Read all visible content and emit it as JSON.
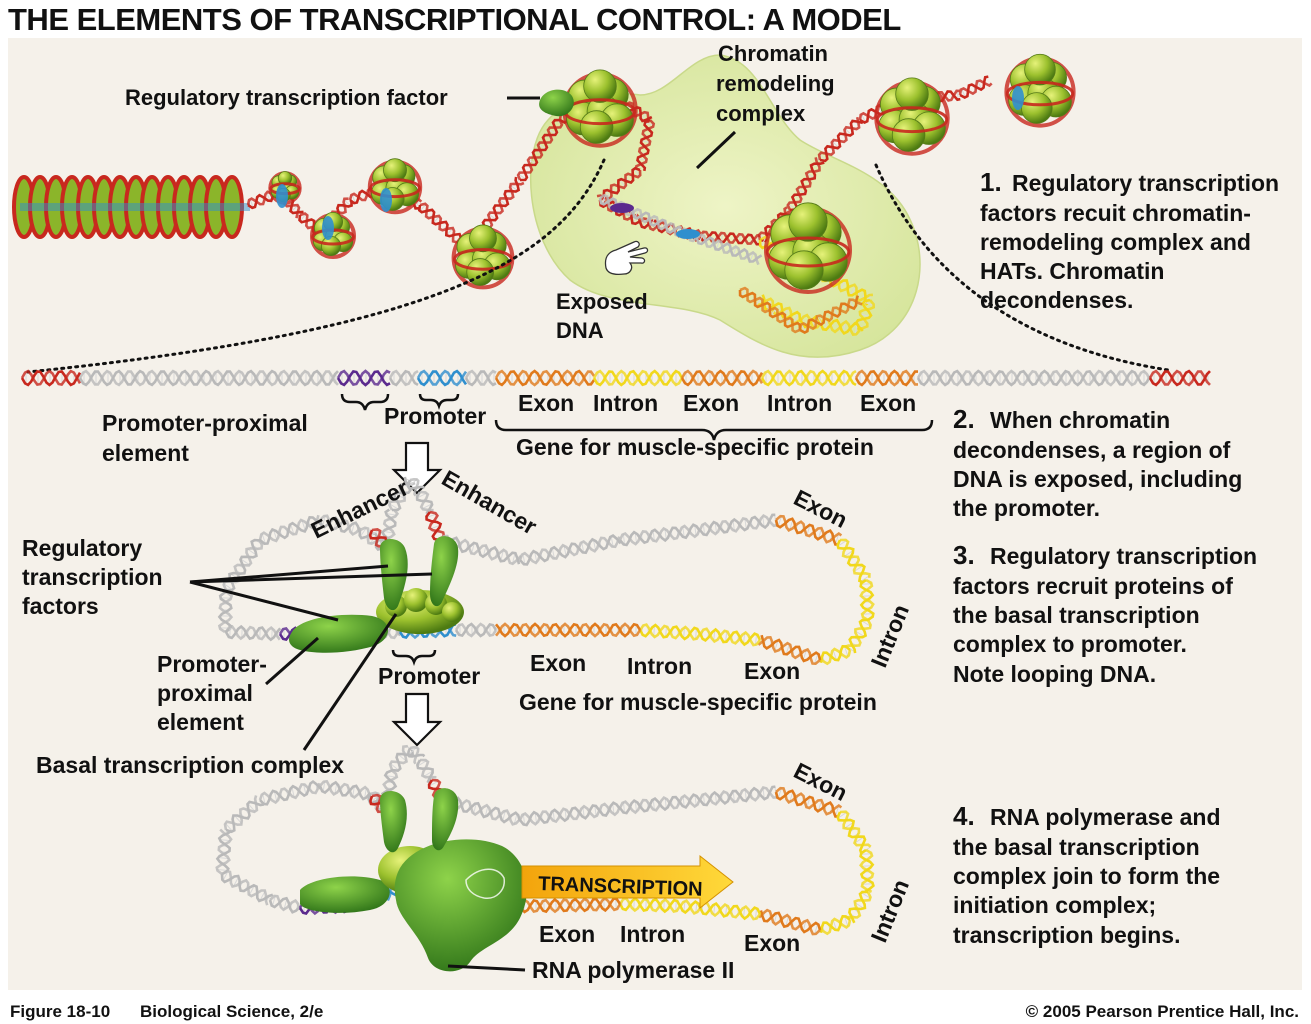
{
  "title": "THE ELEMENTS OF TRANSCRIPTIONAL CONTROL: A MODEL",
  "panel1": {
    "regulatory_tf": "Regulatory transcription factor",
    "chromatin_remodeling": [
      "Chromatin",
      "remodeling",
      "complex"
    ],
    "exposed_dna": [
      "Exposed",
      "DNA"
    ]
  },
  "panel2": {
    "promoter_proximal": [
      "Promoter-proximal",
      "element"
    ],
    "promoter": "Promoter",
    "segments": [
      "Exon",
      "Intron",
      "Exon",
      "Intron",
      "Exon"
    ],
    "gene": "Gene for muscle-specific protein"
  },
  "panel3": {
    "enhancer": "Enhancer",
    "regulatory_tfs": [
      "Regulatory",
      "transcription",
      "factors"
    ],
    "promoter_proximal": [
      "Promoter-",
      "proximal",
      "element"
    ],
    "promoter": "Promoter",
    "segments": [
      "Exon",
      "Intron",
      "Exon"
    ],
    "exon_top": "Exon",
    "intron_right": "Intron",
    "gene": "Gene for muscle-specific protein",
    "basal_complex": "Basal transcription complex"
  },
  "panel4": {
    "transcription": "TRANSCRIPTION",
    "segments": [
      "Exon",
      "Intron",
      "Exon"
    ],
    "exon_top": "Exon",
    "intron_right": "Intron",
    "rna_pol": "RNA polymerase II"
  },
  "steps": [
    {
      "num": "1.",
      "lines": [
        "Regulatory transcription",
        "factors recuit chromatin-",
        "remodeling complex and",
        "HATs. Chromatin",
        "decondenses."
      ]
    },
    {
      "num": "2.",
      "lines": [
        "When chromatin",
        "decondenses, a region of",
        "DNA is exposed, including",
        "the promoter."
      ]
    },
    {
      "num": "3.",
      "lines": [
        "Regulatory transcription",
        "factors recruit proteins of",
        "the basal transcription",
        "complex to promoter.",
        "Note looping DNA."
      ]
    },
    {
      "num": "4.",
      "lines": [
        "RNA polymerase and",
        "the basal transcription",
        "complex join to form the",
        "initiation complex;",
        "transcription begins."
      ]
    }
  ],
  "footer": {
    "figure": "Figure 18-10",
    "book": "Biological Science, 2/e",
    "copyright": "© 2005 Pearson Prentice Hall, Inc."
  },
  "colors": {
    "background": "#f5f1ea",
    "dna_red": "#c8281e",
    "dna_gray": "#b9b9b9",
    "exon_orange": "#e07a1c",
    "intron_yellow": "#f1d81c",
    "promoter_blue": "#2f8fce",
    "ppe_purple": "#5b2a8e",
    "histone_green": "#8bb52a",
    "factor_green": "#3d8f24",
    "remodel_halo": "#dbe8a6",
    "arrow_yellow": "#f6c80f"
  }
}
